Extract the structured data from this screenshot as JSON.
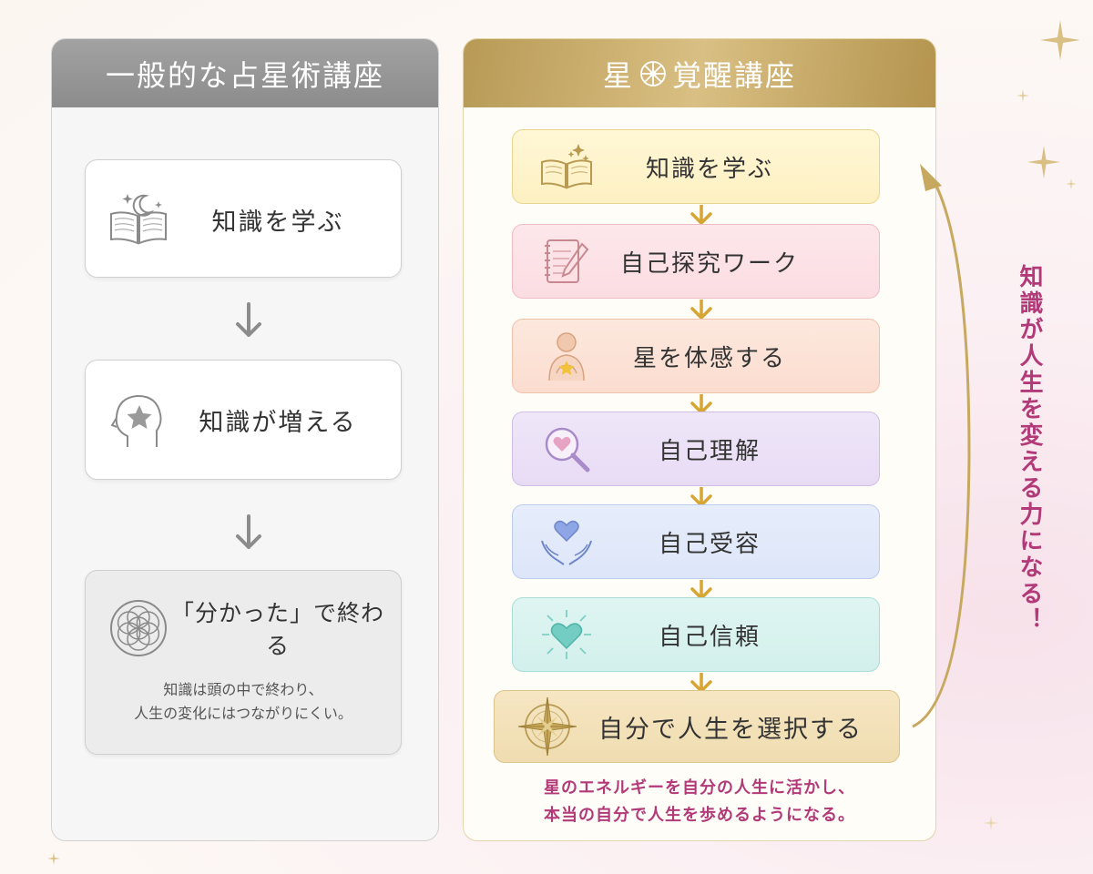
{
  "left_panel": {
    "title": "一般的な占星術講座",
    "boxes": [
      {
        "label": "知識を学ぶ",
        "icon": "book-moon-icon"
      },
      {
        "label": "知識が増える",
        "icon": "head-star-icon"
      },
      {
        "label": "「分かった」で終わる",
        "icon": "flower-of-life-icon",
        "note_lines": [
          "知識は頭の中で終わり、",
          "人生の変化にはつながりにくい。"
        ]
      }
    ]
  },
  "right_panel": {
    "title_before": "星",
    "title_after": "覚醒講座",
    "steps": [
      {
        "label": "知識を学ぶ",
        "icon": "book-sparkle-icon"
      },
      {
        "label": "自己探究ワーク",
        "icon": "notebook-pen-icon"
      },
      {
        "label": "星を体感する",
        "icon": "person-star-icon"
      },
      {
        "label": "自己理解",
        "icon": "magnifier-heart-icon"
      },
      {
        "label": "自己受容",
        "icon": "hands-heart-icon"
      },
      {
        "label": "自己信頼",
        "icon": "glowing-heart-icon"
      },
      {
        "label": "自分で人生を選択する",
        "icon": "compass-star-icon"
      }
    ],
    "bottom_lines": [
      "星のエネルギーを自分の人生に活かし、",
      "本当の自分で人生を歩めるようになる。"
    ]
  },
  "side_text": "知識が人生を変える力になる！",
  "colors": {
    "gold": "#c7a85f",
    "magenta": "#b23a78",
    "gray_header": "#999999"
  }
}
